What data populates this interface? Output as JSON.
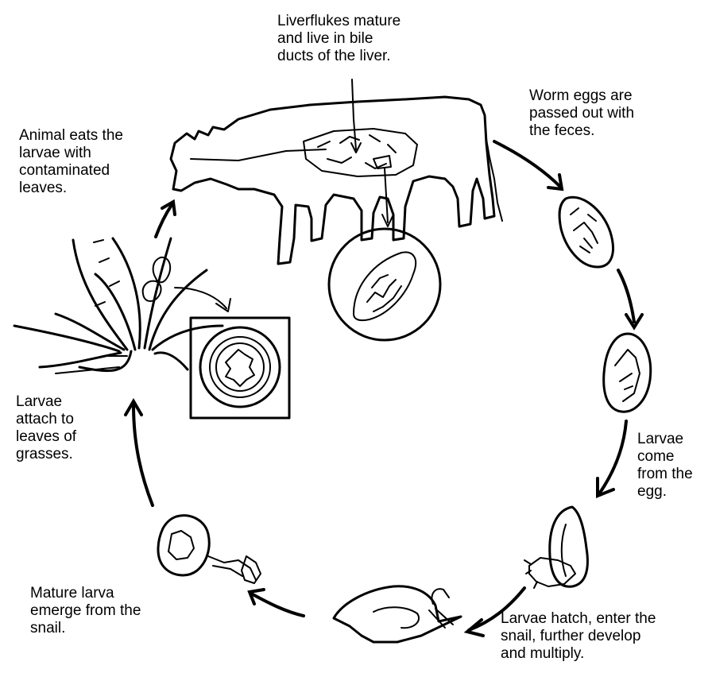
{
  "labels": {
    "adult_flukes": [
      "Liverflukes mature",
      "and live in bile",
      "ducts of the liver."
    ],
    "eggs_passed": [
      "Worm eggs are",
      "passed out with",
      "the feces."
    ],
    "animal_eats": [
      "Animal  eats the",
      "larvae with",
      "contaminated",
      "leaves."
    ],
    "larvae_come": [
      "Larvae",
      "come",
      "from the",
      "egg."
    ],
    "larvae_attach": [
      "Larvae",
      "attach to",
      "leaves of",
      "grasses."
    ],
    "larvae_hatch": [
      "Larvae hatch, enter the",
      "snail, further develop",
      "and multiply."
    ],
    "mature_emerge": [
      "Mature larva",
      "emerge from the",
      "snail."
    ]
  },
  "figures": {
    "host": "cow",
    "adult_worm": "liver-fluke",
    "egg_1": "fluke-egg",
    "egg_2": "fluke-egg-developing",
    "snail_with_larva": "snail-larva",
    "snail": "snail",
    "cercaria": "cercaria",
    "grass": "grass-blades",
    "cyst": "metacercaria-cyst"
  }
}
